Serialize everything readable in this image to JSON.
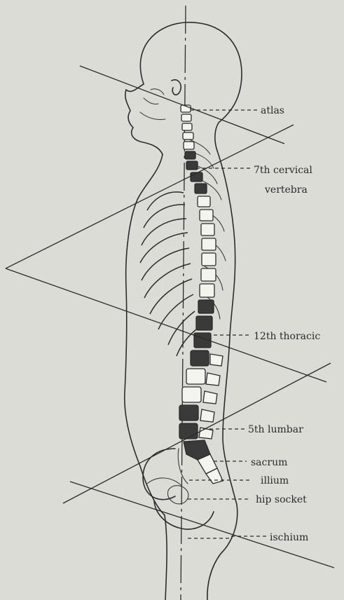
{
  "figure": {
    "labels": {
      "atlas": "atlas",
      "cervical_line1": "7th cervical",
      "cervical_line2": "vertebra",
      "thoracic": "12th thoracic",
      "lumbar": "5th lumbar",
      "sacrum": "sacrum",
      "ilium": "illium",
      "hip_socket": "hip socket",
      "ischium": "ischium"
    },
    "colors": {
      "paper": "#dcdcd6",
      "ink": "#2b2b2b",
      "shaded_vertebra": "#3a3a3a"
    }
  }
}
